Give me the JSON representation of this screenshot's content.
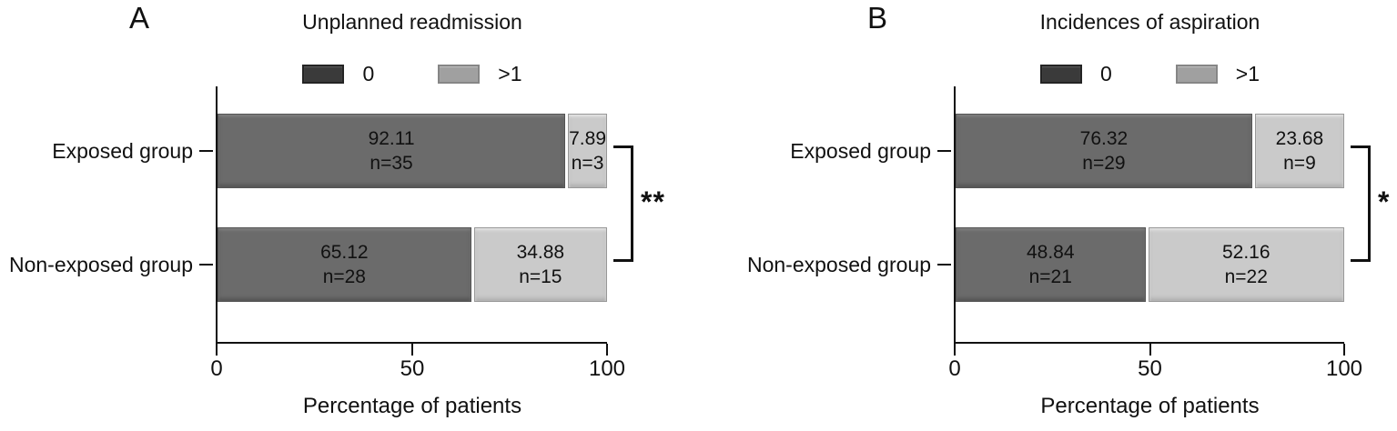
{
  "figure": {
    "background": "#ffffff",
    "text_color": "#111111",
    "axis_color": "#111111",
    "bar_dark_color": "#6b6b6b",
    "bar_light_color": "#cacaca",
    "legend_dark_color": "#3a3a3a",
    "legend_light_color": "#a0a0a0"
  },
  "legend": {
    "items": [
      {
        "label": "0",
        "swatch": "dark-gray-swatch"
      },
      {
        "label": ">1",
        "swatch": "light-gray-swatch"
      }
    ]
  },
  "xaxis": {
    "label": "Percentage of patients",
    "ticks": {
      "t0": "0",
      "t50": "50",
      "t100": "100"
    },
    "range": [
      0,
      100
    ]
  },
  "panels": [
    {
      "letter": "A",
      "title": "Unplanned readmission",
      "significance": "**",
      "rows": [
        {
          "label": "Exposed group",
          "segments": [
            {
              "value": "92.11",
              "n": "n=35",
              "pct": 92.11
            },
            {
              "value": "7.89",
              "n": "n=3",
              "pct": 7.89
            }
          ]
        },
        {
          "label": "Non-exposed group",
          "segments": [
            {
              "value": "65.12",
              "n": "n=28",
              "pct": 65.12
            },
            {
              "value": "34.88",
              "n": "n=15",
              "pct": 34.88
            }
          ]
        }
      ]
    },
    {
      "letter": "B",
      "title": "Incidences of aspiration",
      "significance": "*",
      "rows": [
        {
          "label": "Exposed group",
          "segments": [
            {
              "value": "76.32",
              "n": "n=29",
              "pct": 76.32
            },
            {
              "value": "23.68",
              "n": "n=9",
              "pct": 23.68
            }
          ]
        },
        {
          "label": "Non-exposed group",
          "segments": [
            {
              "value": "48.84",
              "n": "n=21",
              "pct": 48.84
            },
            {
              "value": "52.16",
              "n": "n=22",
              "pct": 51.16
            }
          ]
        }
      ]
    }
  ],
  "chart_data": [
    {
      "type": "bar",
      "orientation": "horizontal",
      "stacked": true,
      "panel": "A",
      "title": "Unplanned readmission",
      "categories": [
        "Exposed group",
        "Non-exposed group"
      ],
      "series": [
        {
          "name": "0",
          "values": [
            92.11,
            65.12
          ],
          "counts": [
            "n=35",
            "n=28"
          ]
        },
        {
          "name": ">1",
          "values": [
            7.89,
            34.88
          ],
          "counts": [
            "n=3",
            "n=15"
          ]
        }
      ],
      "xlabel": "Percentage of patients",
      "xlim": [
        0,
        100
      ],
      "xticks": [
        0,
        50,
        100
      ],
      "legend_position": "top",
      "grid": false,
      "significance_annotation": "**"
    },
    {
      "type": "bar",
      "orientation": "horizontal",
      "stacked": true,
      "panel": "B",
      "title": "Incidences of aspiration",
      "categories": [
        "Exposed group",
        "Non-exposed group"
      ],
      "series": [
        {
          "name": "0",
          "values": [
            76.32,
            48.84
          ],
          "counts": [
            "n=29",
            "n=21"
          ]
        },
        {
          "name": ">1",
          "values": [
            23.68,
            52.16
          ],
          "counts": [
            "n=9",
            "n=22"
          ]
        }
      ],
      "xlabel": "Percentage of patients",
      "xlim": [
        0,
        100
      ],
      "xticks": [
        0,
        50,
        100
      ],
      "legend_position": "top",
      "grid": false,
      "significance_annotation": "*"
    }
  ]
}
